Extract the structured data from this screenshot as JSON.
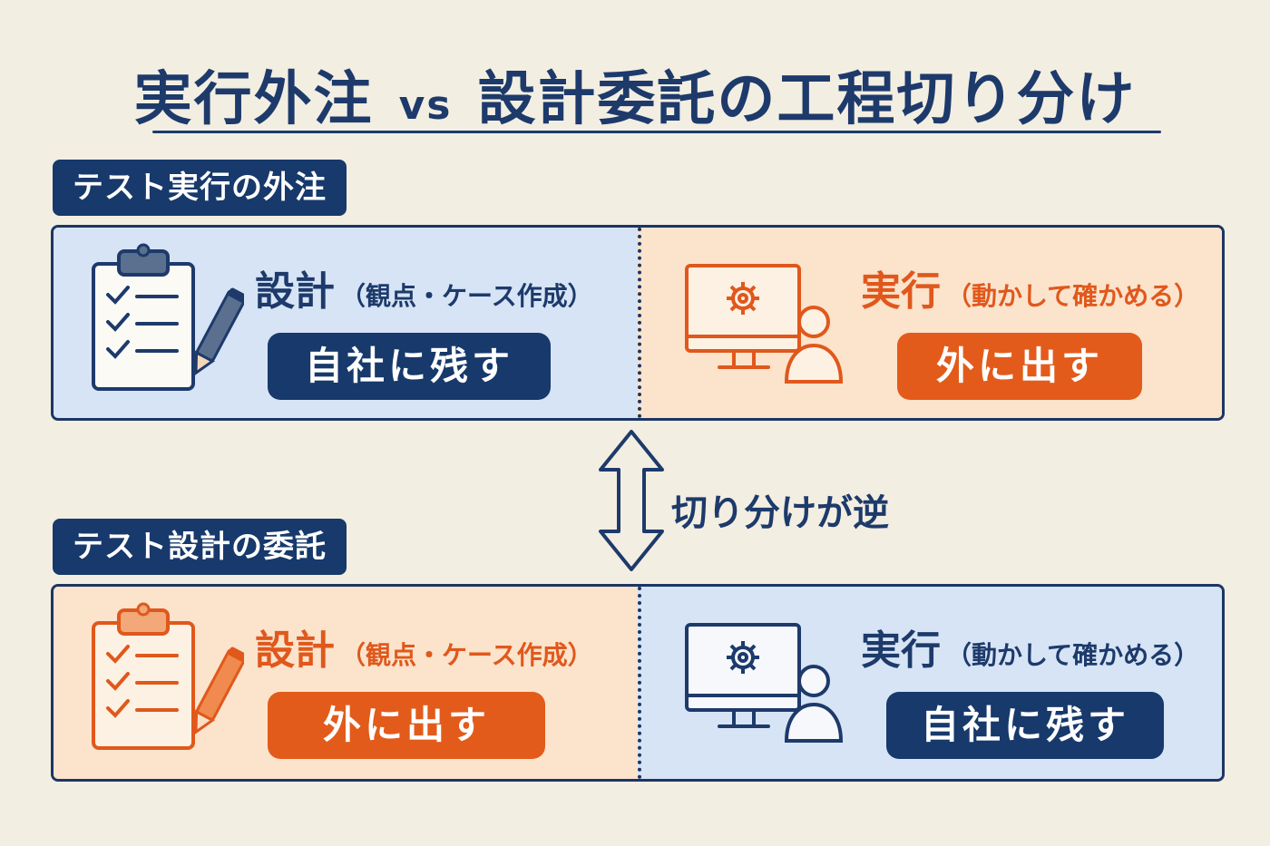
{
  "title": {
    "left": "実行外注",
    "vs": "vs",
    "right": "設計委託の工程切り分け"
  },
  "sections": [
    {
      "label": "テスト実行の外注",
      "design": {
        "heading": "設計",
        "sub": "（観点・ケース作成）",
        "badge": "自社に残す"
      },
      "execution": {
        "heading": "実行",
        "sub": "（動かして確かめる）",
        "badge": "外に出す"
      }
    },
    {
      "label": "テスト設計の委託",
      "design": {
        "heading": "設計",
        "sub": "（観点・ケース作成）",
        "badge": "外に出す"
      },
      "execution": {
        "heading": "実行",
        "sub": "（動かして確かめる）",
        "badge": "自社に残す"
      }
    }
  ],
  "swap_label": "切り分けが逆",
  "icons": [
    "clipboard-checklist-icon",
    "pencil-icon",
    "monitor-gear-icon",
    "person-icon",
    "double-arrow-icon"
  ],
  "colors": {
    "navy": "#17396b",
    "orange": "#e35b1b",
    "blue_bg": "#d6e4f5",
    "orange_bg": "#fbe3cc",
    "page_bg": "#f3eee2"
  }
}
